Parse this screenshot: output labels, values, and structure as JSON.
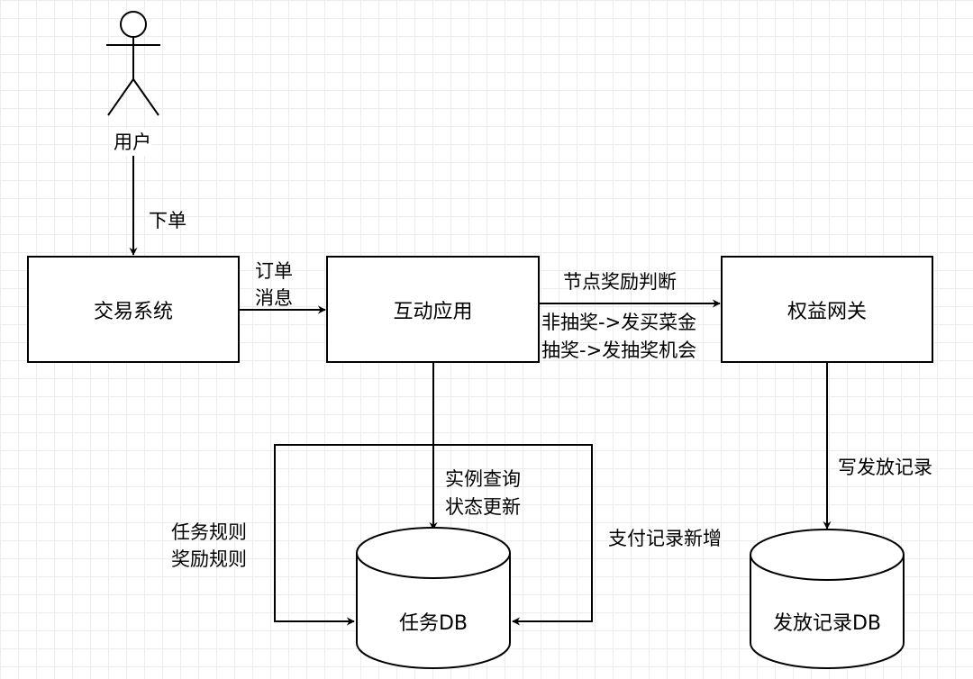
{
  "nodes": {
    "user": "用户",
    "trade": "交易系统",
    "interact": "互动应用",
    "rights": "权益网关",
    "task_db": "任务DB",
    "issue_db": "发放记录DB"
  },
  "edges": {
    "order": "下单",
    "order_msg_1": "订单",
    "order_msg_2": "消息",
    "node_reward": "节点奖励判断",
    "non_lottery": "非抽奖->发买菜金",
    "lottery": "抽奖->发抽奖机会",
    "instance_query": "实例查询",
    "status_update": "状态更新",
    "task_rule": "任务规则",
    "reward_rule": "奖励规则",
    "pay_record_add": "支付记录新增",
    "write_issue": "写发放记录"
  }
}
